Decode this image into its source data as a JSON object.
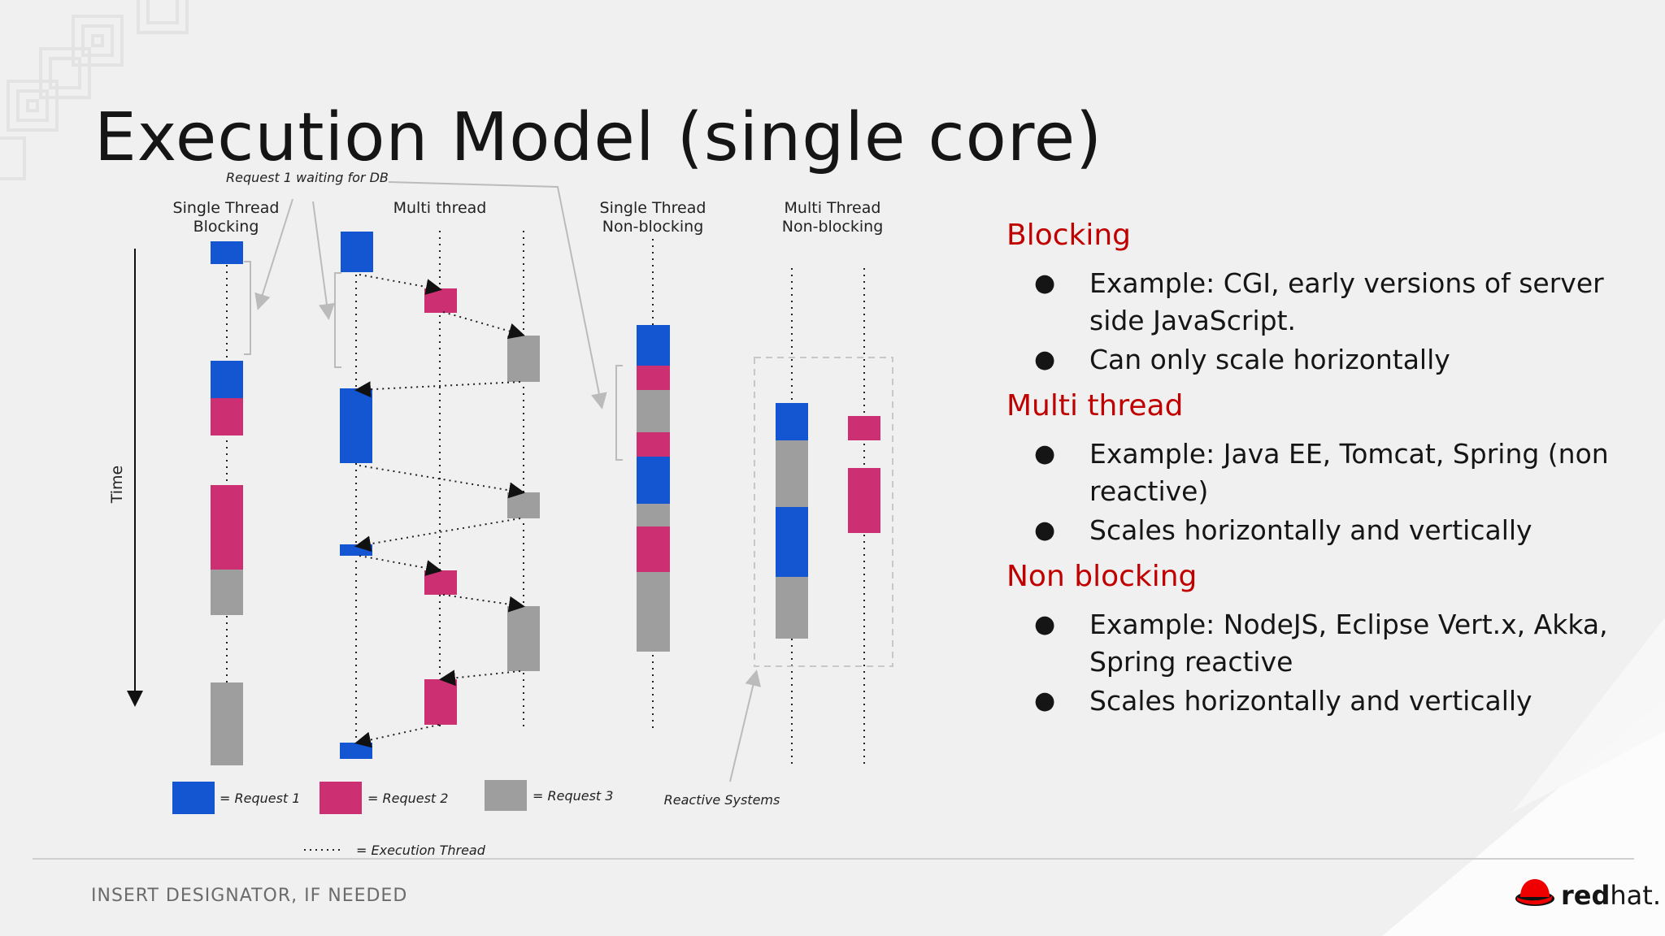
{
  "slide": {
    "title": "Execution Model (single core)",
    "footer_designator": "INSERT DESIGNATOR, IF NEEDED",
    "logo_text_bold": "red",
    "logo_text_regular": "hat."
  },
  "diagram": {
    "annotation_top": "Request 1 waiting for DB",
    "columns": {
      "single_blocking_1": "Single Thread",
      "single_blocking_2": "Blocking",
      "multi": "Multi thread",
      "single_nonblocking_1": "Single Thread",
      "single_nonblocking_2": "Non-blocking",
      "multi_nonblocking_1": "Multi Thread",
      "multi_nonblocking_2": "Non-blocking"
    },
    "time_label": "Time",
    "reactive_label": "Reactive Systems",
    "legend": {
      "request1": "= Request 1",
      "request2": "= Request 2",
      "request3": "= Request 3",
      "thread": "= Execution Thread"
    },
    "colors": {
      "request1": "#1456d2",
      "request2": "#cc3072",
      "request3": "#9e9e9e",
      "accent": "#c00000"
    }
  },
  "sections": [
    {
      "heading": "Blocking",
      "bullets": [
        "Example: CGI, early versions of server side JavaScript.",
        "Can only scale horizontally"
      ]
    },
    {
      "heading": "Multi thread",
      "bullets": [
        "Example: Java EE, Tomcat, Spring (non reactive)",
        "Scales horizontally and vertically"
      ]
    },
    {
      "heading": "Non blocking",
      "bullets": [
        "Example: NodeJS, Eclipse Vert.x, Akka, Spring reactive",
        "Scales horizontally and vertically"
      ]
    }
  ]
}
